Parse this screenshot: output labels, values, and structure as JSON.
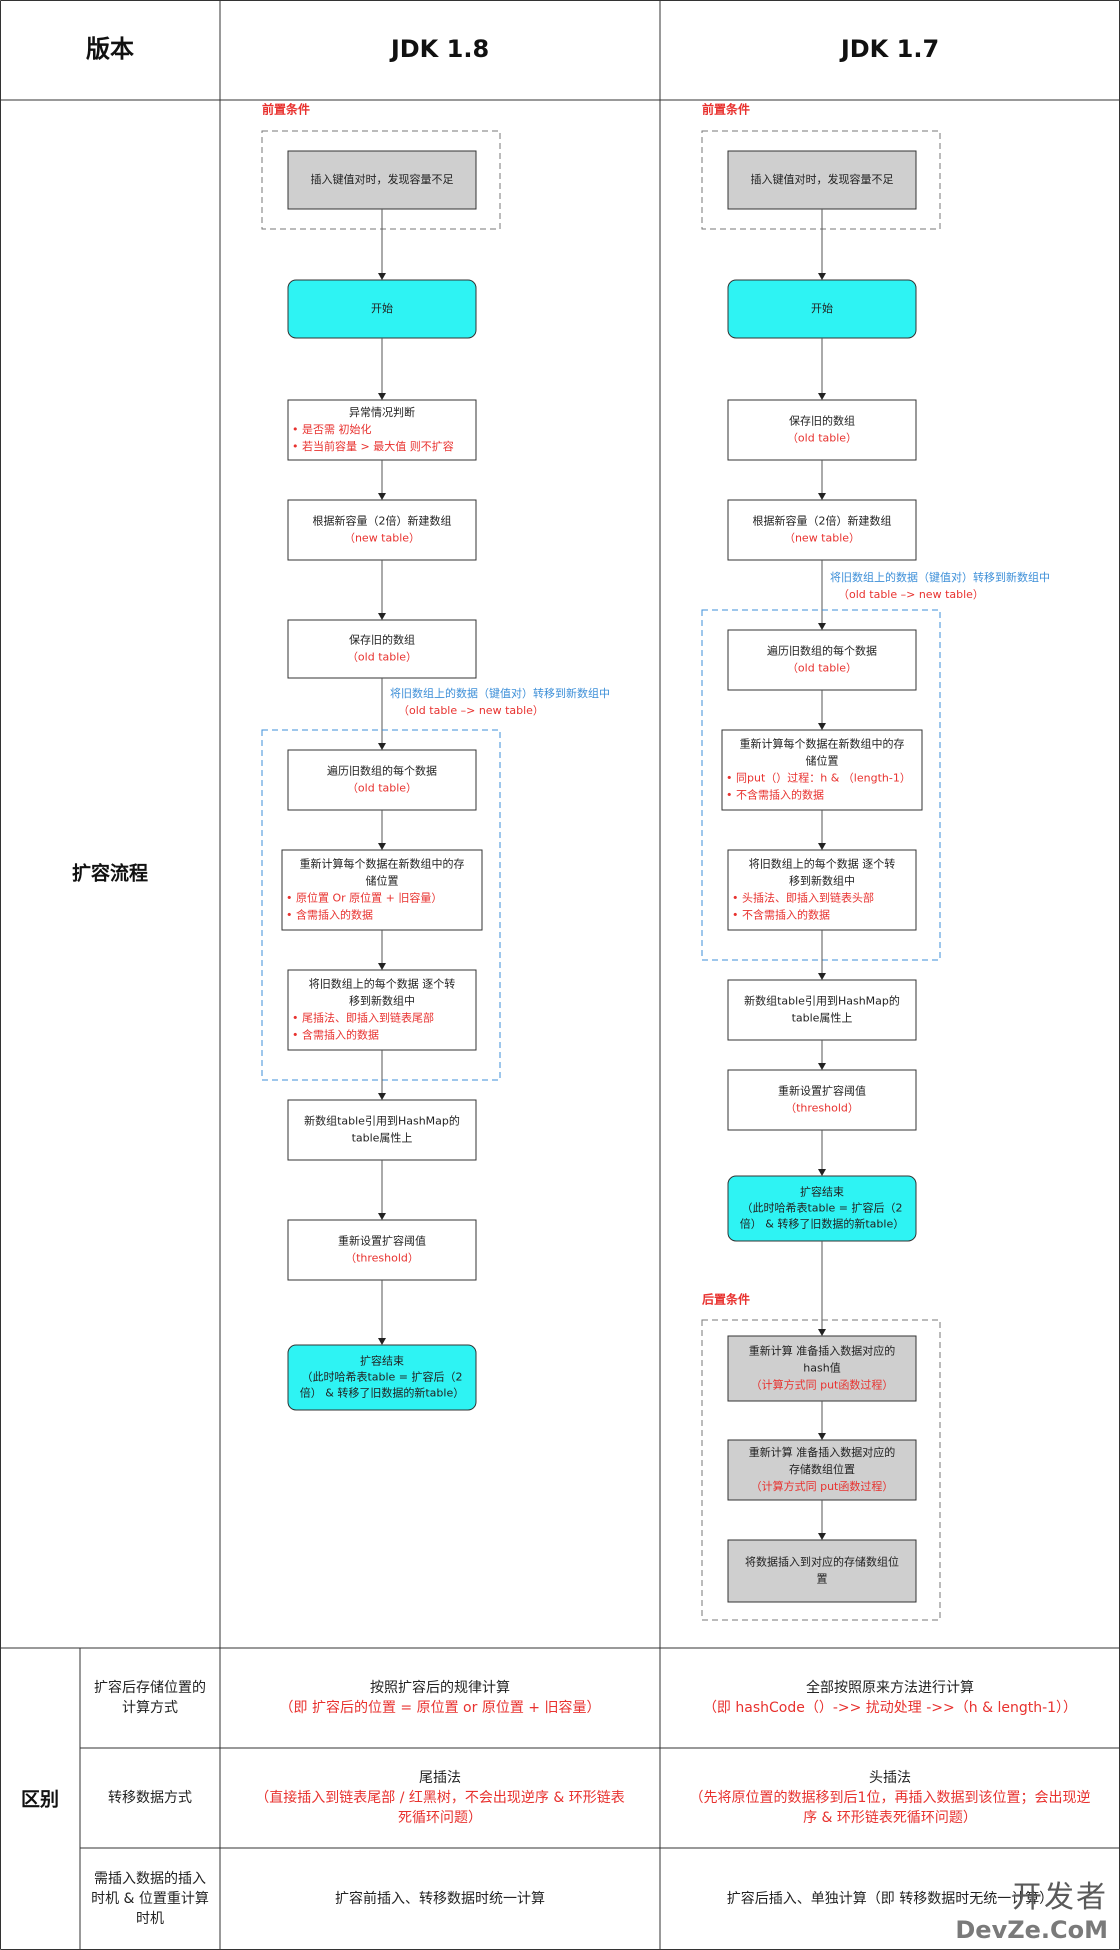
{
  "header": {
    "col0": "版本",
    "col1": "JDK 1.8",
    "col2": "JDK 1.7"
  },
  "row_labels": {
    "flow": "扩容流程",
    "diff": "区别"
  },
  "jdk18": {
    "pre_label": "前置条件",
    "n1": [
      "插入键值对时，发现容量不足"
    ],
    "n2": [
      "开始"
    ],
    "n3": {
      "title": [
        "异常情况判断"
      ],
      "bullets": [
        "• 是否需 初始化",
        "• 若当前容量 > 最大值 则不扩容"
      ]
    },
    "n4": {
      "title": [
        "根据新容量（2倍）新建数组"
      ],
      "sub": "（new table）"
    },
    "n5": {
      "title": [
        "保存旧的数组"
      ],
      "sub": "（old table）"
    },
    "edge_label": [
      "将旧数组上的数据（键值对）转移到新数组中",
      "（old table –> new table）"
    ],
    "n6": {
      "title": [
        "遍历旧数组的每个数据"
      ],
      "sub": "（old table）"
    },
    "n7": {
      "title": [
        "重新计算每个数据在新数组中的存",
        "储位置"
      ],
      "bullets": [
        "• 原位置 Or 原位置 + 旧容量）",
        "• 含需插入的数据"
      ]
    },
    "n8": {
      "title": [
        "将旧数组上的每个数据 逐个转",
        "移到新数组中"
      ],
      "bullets": [
        "• 尾插法、即插入到链表尾部",
        "• 含需插入的数据"
      ]
    },
    "n9": {
      "title": [
        "新数组table引用到HashMap的",
        "table属性上"
      ]
    },
    "n10": {
      "title": [
        "重新设置扩容阈值"
      ],
      "sub": "（threshold）"
    },
    "n11": {
      "title": [
        "扩容结束"
      ],
      "lines": [
        "（此时哈希表table = 扩容后（2",
        "倍） & 转移了旧数据的新table）"
      ]
    }
  },
  "jdk17": {
    "pre_label": "前置条件",
    "post_label": "后置条件",
    "n1": [
      "插入键值对时，发现容量不足"
    ],
    "n2": [
      "开始"
    ],
    "n3": {
      "title": [
        "保存旧的数组"
      ],
      "sub": "（old table）"
    },
    "n4": {
      "title": [
        "根据新容量（2倍）新建数组"
      ],
      "sub": "（new table）"
    },
    "edge_label": [
      "将旧数组上的数据（键值对）转移到新数组中",
      "（old table –> new table）"
    ],
    "n5": {
      "title": [
        "遍历旧数组的每个数据"
      ],
      "sub": "（old table）"
    },
    "n6": {
      "title": [
        "重新计算每个数据在新数组中的存",
        "储位置"
      ],
      "bullets": [
        "• 同put（）过程：h & （length-1）",
        "• 不含需插入的数据"
      ]
    },
    "n7": {
      "title": [
        "将旧数组上的每个数据 逐个转",
        "移到新数组中"
      ],
      "bullets": [
        "• 头插法、即插入到链表头部",
        "• 不含需插入的数据"
      ]
    },
    "n8": {
      "title": [
        "新数组table引用到HashMap的",
        "table属性上"
      ]
    },
    "n9": {
      "title": [
        "重新设置扩容阈值"
      ],
      "sub": "（threshold）"
    },
    "n10": {
      "title": [
        "扩容结束"
      ],
      "lines": [
        "（此时哈希表table = 扩容后（2",
        "倍） & 转移了旧数据的新table）"
      ]
    },
    "p1": {
      "title": [
        "重新计算 准备插入数据对应的",
        "hash值"
      ],
      "sub": "（计算方式同 put函数过程）"
    },
    "p2": {
      "title": [
        "重新计算 准备插入数据对应的",
        "存储数组位置"
      ],
      "sub": "（计算方式同 put函数过程）"
    },
    "p3": {
      "title": [
        "将数据插入到对应的存储数组位",
        "置"
      ]
    }
  },
  "diff_rows": [
    {
      "label": [
        "扩容后存储位置的",
        "计算方式"
      ],
      "c18": {
        "main": [
          "按照扩容后的规律计算"
        ],
        "red": [
          "（即 扩容后的位置 = 原位置 or 原位置 + 旧容量）"
        ]
      },
      "c17": {
        "main": [
          "全部按照原来方法进行计算"
        ],
        "red": [
          "（即 hashCode（）->> 扰动处理 ->>（h & length-1））"
        ]
      }
    },
    {
      "label": [
        "转移数据方式"
      ],
      "c18": {
        "main": [
          "尾插法"
        ],
        "red": [
          "（直接插入到链表尾部 / 红黑树，不会出现逆序 & 环形链表",
          "死循环问题）"
        ]
      },
      "c17": {
        "main": [
          "头插法"
        ],
        "red": [
          "（先将原位置的数据移到后1位，再插入数据到该位置；会出现逆",
          "序 & 环形链表死循环问题）"
        ]
      }
    },
    {
      "label": [
        "需插入数据的插入",
        "时机 & 位置重计算",
        "时机"
      ],
      "c18": {
        "main": [
          "扩容前插入、转移数据时统一计算"
        ],
        "red": []
      },
      "c17": {
        "main": [
          "扩容后插入、单独计算（即 转移数据时无统一计算）"
        ],
        "red": []
      }
    }
  ],
  "watermark": {
    "top": "开发者",
    "bottom": "DevZe.CoM"
  },
  "colors": {
    "red": "#e8322f",
    "blue": "#3d8fd8",
    "cyan": "#2ef3f3",
    "gray_fill": "#cfcfcf",
    "border": "#333333"
  }
}
